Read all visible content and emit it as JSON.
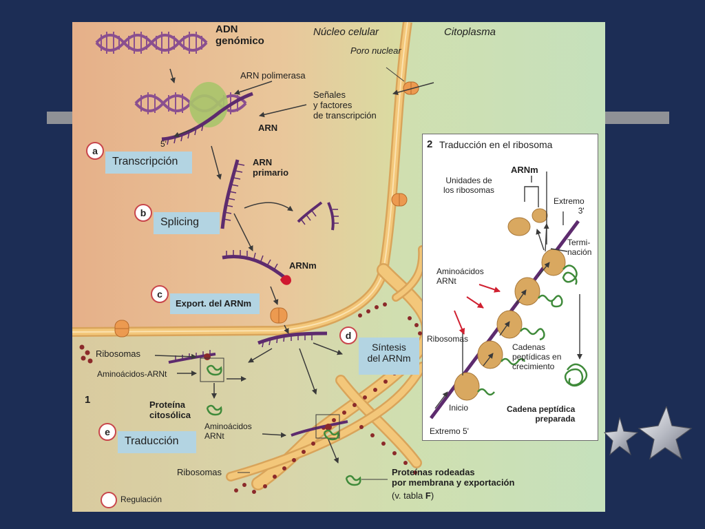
{
  "figure": {
    "headers": {
      "adn": "ADN\ngenómico",
      "nucleus": "Núcleo celular",
      "cytoplasm": "Citoplasma",
      "pore": "Poro nuclear"
    },
    "labels": {
      "polymerase": "ARN polimerasa",
      "signals": "Señales\ny factores\nde transcripción",
      "arn": "ARN",
      "five_prime": "5'",
      "arn_primario": "ARN\nprimario",
      "arnm": "ARNm",
      "ribosomas1": "Ribosomas",
      "aa_arnt1": "Aminoácidos-ARNt",
      "fig_number": "1",
      "proteina_cito": "Proteína\ncitosólica",
      "aa_arnt2": "Aminoácidos\nARNt",
      "ribosomas2": "Ribosomas",
      "proteinas_membrana": "Proteínas rodeadas\npor membrana y exportación",
      "tabla_ref": "(v. tabla ",
      "tabla_letter": "F",
      "tabla_close": ")",
      "regulacion": "Regulación"
    },
    "steps": [
      {
        "letter": "a",
        "label": "Transcripción"
      },
      {
        "letter": "b",
        "label": "Splicing"
      },
      {
        "letter": "c",
        "label": "Export. del ARNm"
      },
      {
        "letter": "d",
        "label": "Síntesis\ndel ARNm"
      },
      {
        "letter": "e",
        "label": "Traducción"
      }
    ],
    "panel": {
      "number": "2",
      "title": "Traducción en el ribosoma",
      "arnm": "ARNm",
      "unidades": "Unidades de\nlos ribosomas",
      "extremo3": "Extremo\n3'",
      "terminacion": "Termi-\nnación",
      "aminoacidos": "Aminoácidos\nARNt",
      "ribosomas": "Ribosomas",
      "cadenas": "Cadenas\npeptídicas en\ncrecimiento",
      "inicio": "Inicio",
      "extremo5": "Extremo 5'",
      "cadena_preparada": "Cadena peptídica\npreparada"
    }
  },
  "colors": {
    "background": "#1c2d55",
    "membrane": "#f3c77a",
    "membrane_edge": "#d9a45a",
    "rna": "#5d2b6e",
    "dna": "#8a4f8f",
    "ribosome": "#d9a860",
    "peptide": "#3f8a3a",
    "cap": "#d01830",
    "red_arrow": "#d02030",
    "step_box": "#b3d4e2"
  },
  "icons": {
    "pores": "nuclear-pore-icon",
    "stars": "silver-star-icon"
  }
}
